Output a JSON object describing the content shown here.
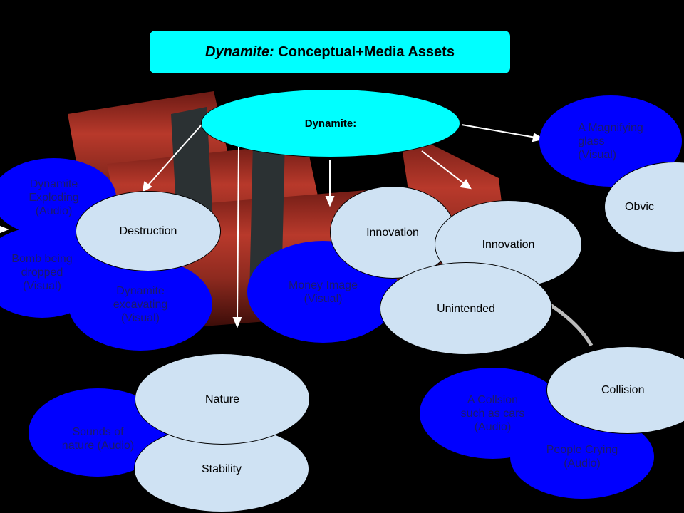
{
  "title": {
    "prefix": "Dynamite:",
    "rest": " Conceptual+Media Assets"
  },
  "root": {
    "label": "Dynamite:"
  },
  "concepts": {
    "destruction": "Destruction",
    "innovation_a": "Innovation",
    "innovation_b": "Innovation",
    "unintended": "Unintended",
    "nature": "Nature",
    "stability": "Stability",
    "collision": "Collision",
    "obvious": "Obvic"
  },
  "assets": {
    "dynamite_exploding": "Dynamite\nExploding\n(Audio)",
    "bomb_dropped": "Bomb being\ndropped\n(Visual)",
    "dynamite_excavating": "Dynamite\nexcavating\n(Visual)",
    "money_image": "Money Image\n(Visual)",
    "magnifying_glass": "A Magnifying\nglass\n      (Visual)",
    "sounds_of_nature": "Sounds of\nnature (Audio)",
    "collision_cars": "A Collsion\nsuch as cars\n(Audio)",
    "people_crying": "People Crying\n(Audio)"
  },
  "colors": {
    "root": "#00ffff",
    "asset": "#0000ff",
    "concept": "#cfe2f3",
    "asset_text": "#1a1a6e",
    "background": "#000000"
  }
}
